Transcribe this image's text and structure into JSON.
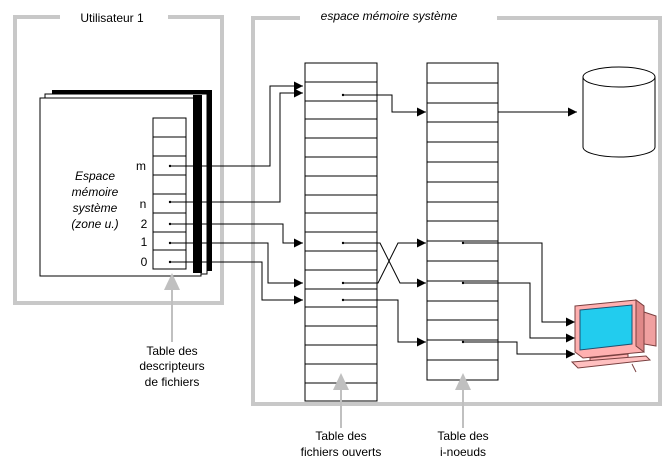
{
  "user_box": {
    "title": "Utilisateur 1"
  },
  "system_box": {
    "title": "espace mémoire système"
  },
  "process": {
    "lines": [
      "Espace",
      "mémoire",
      "système",
      "(zone u.)"
    ]
  },
  "descriptor_table": {
    "labels": {
      "m": "m",
      "n": "n",
      "d2": "2",
      "d1": "1",
      "d0": "0"
    },
    "caption": [
      "Table des",
      "descripteurs",
      "de fichiers"
    ]
  },
  "open_files_table": {
    "caption": [
      "Table des",
      "fichiers ouverts"
    ]
  },
  "inode_table": {
    "caption": [
      "Table des",
      "i-noeuds"
    ]
  },
  "colors": {
    "frame_gray": "#c8c8c8",
    "arrow_gray": "#c0c0c0",
    "monitor_screen": "#22ccee",
    "monitor_body": "#ffb0b0"
  },
  "icons": {
    "disk": "disk-icon",
    "terminal": "monitor-icon"
  }
}
